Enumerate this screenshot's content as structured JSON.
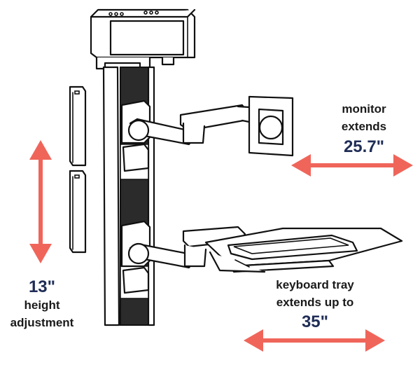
{
  "labels": {
    "monitor_line1": "monitor",
    "monitor_line2": "extends",
    "monitor_value": "25.7\"",
    "height_value": "13\"",
    "height_line1": "height",
    "height_line2": "adjustment",
    "keyboard_line1": "keyboard tray",
    "keyboard_line2": "extends up to",
    "keyboard_value": "35\""
  },
  "colors": {
    "arrow": "#f0655a",
    "value_text": "#1f2d57",
    "label_text": "#1a1a1a",
    "outline": "#111111",
    "track": "#2b2b2b"
  },
  "icons": [
    "double-arrow-vertical",
    "double-arrow-horizontal"
  ]
}
